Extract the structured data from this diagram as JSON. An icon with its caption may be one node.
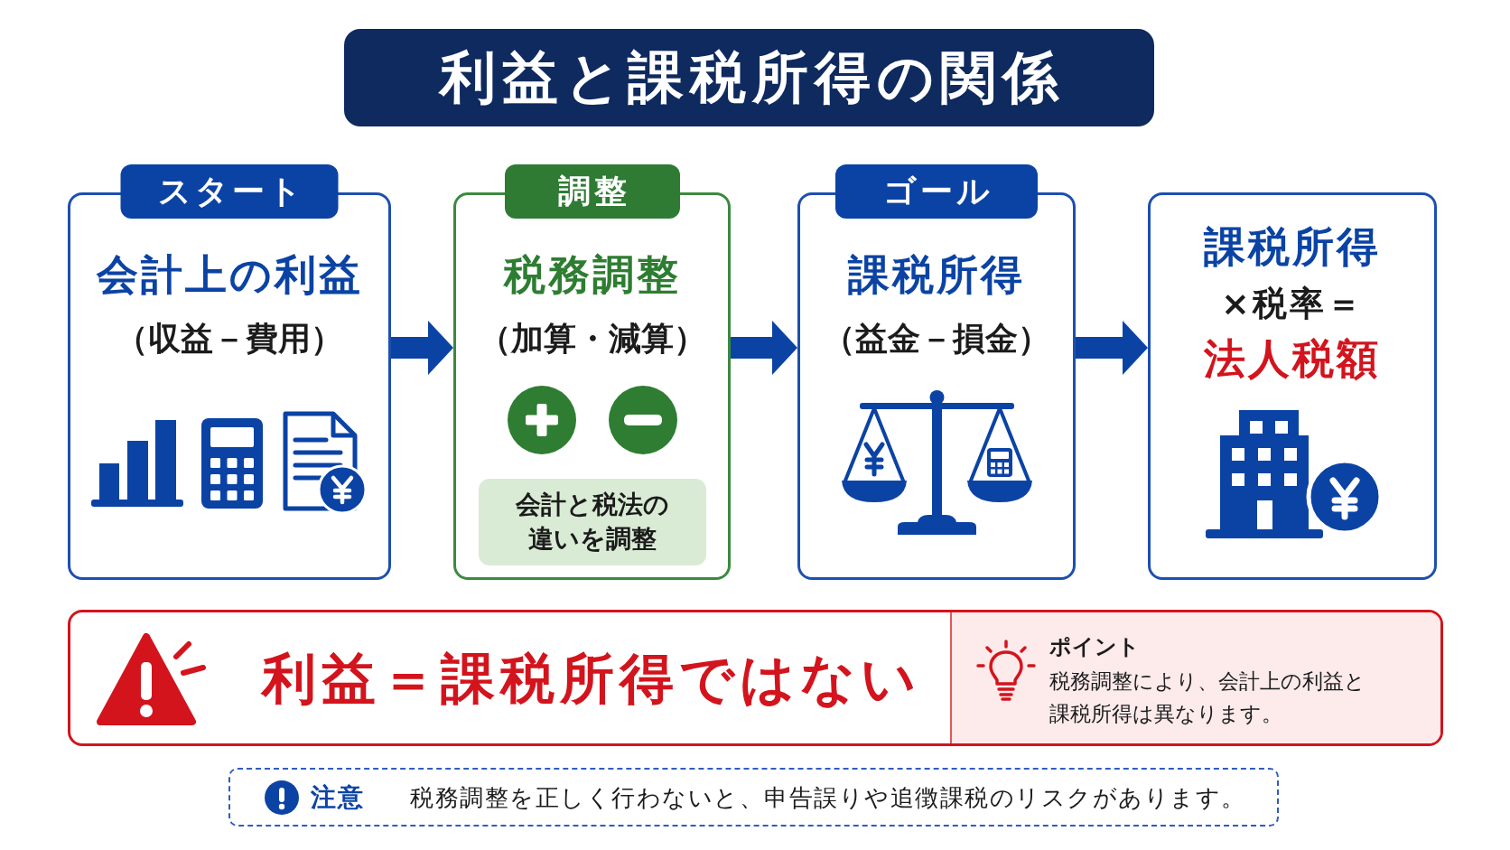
{
  "diagram": {
    "title": "利益と課税所得の関係",
    "nodes": [
      {
        "text": [
          "スタート",
          "会計上の利益",
          "（収益－費用）"
        ]
      },
      {
        "text": [
          "調整",
          "税務調整",
          "（加算・減算）"
        ]
      },
      {
        "text": [
          "会計と税法の違いを調整"
        ],
        "in": 1
      },
      {
        "text": [
          "ゴール",
          "課税所得",
          "（益金－損金）"
        ]
      },
      {
        "text": [
          "課税所得",
          "×税率＝",
          "法人税額"
        ]
      },
      {
        "text": [
          "利益＝課税所得ではない"
        ]
      },
      {
        "text": [
          "ポイント",
          "税務調整により、会計上の利益と課税所得は異なります。"
        ],
        "in": 5
      },
      {
        "text": [
          "注意",
          "税務調整を正しく行わないと、申告誤りや追徴課税のリスクがあります。"
        ]
      }
    ],
    "edges": [
      {
        "from": 0,
        "to": 1,
        "arrow": "to"
      },
      {
        "from": 1,
        "to": 3,
        "arrow": "to"
      },
      {
        "from": 3,
        "to": 4,
        "arrow": "to"
      }
    ]
  }
}
